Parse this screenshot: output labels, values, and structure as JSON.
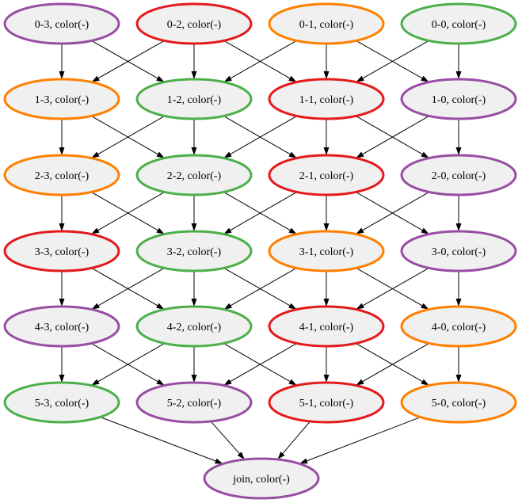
{
  "colors": {
    "red": "#e41a1c",
    "green": "#4daf4a",
    "orange": "#ff7f00",
    "purple": "#984ea3",
    "node_fill": "#f0f0f0",
    "edge": "#000000"
  },
  "nodes": [
    {
      "id": "0-3",
      "label": "0-3, color(-)",
      "color": "purple"
    },
    {
      "id": "0-2",
      "label": "0-2, color(-)",
      "color": "red"
    },
    {
      "id": "0-1",
      "label": "0-1, color(-)",
      "color": "orange"
    },
    {
      "id": "0-0",
      "label": "0-0, color(-)",
      "color": "green"
    },
    {
      "id": "1-3",
      "label": "1-3, color(-)",
      "color": "orange"
    },
    {
      "id": "1-2",
      "label": "1-2, color(-)",
      "color": "green"
    },
    {
      "id": "1-1",
      "label": "1-1, color(-)",
      "color": "red"
    },
    {
      "id": "1-0",
      "label": "1-0, color(-)",
      "color": "purple"
    },
    {
      "id": "2-3",
      "label": "2-3, color(-)",
      "color": "orange"
    },
    {
      "id": "2-2",
      "label": "2-2, color(-)",
      "color": "green"
    },
    {
      "id": "2-1",
      "label": "2-1, color(-)",
      "color": "red"
    },
    {
      "id": "2-0",
      "label": "2-0, color(-)",
      "color": "purple"
    },
    {
      "id": "3-3",
      "label": "3-3, color(-)",
      "color": "red"
    },
    {
      "id": "3-2",
      "label": "3-2, color(-)",
      "color": "green"
    },
    {
      "id": "3-1",
      "label": "3-1, color(-)",
      "color": "orange"
    },
    {
      "id": "3-0",
      "label": "3-0, color(-)",
      "color": "purple"
    },
    {
      "id": "4-3",
      "label": "4-3, color(-)",
      "color": "purple"
    },
    {
      "id": "4-2",
      "label": "4-2, color(-)",
      "color": "green"
    },
    {
      "id": "4-1",
      "label": "4-1, color(-)",
      "color": "red"
    },
    {
      "id": "4-0",
      "label": "4-0, color(-)",
      "color": "orange"
    },
    {
      "id": "5-3",
      "label": "5-3, color(-)",
      "color": "green"
    },
    {
      "id": "5-2",
      "label": "5-2, color(-)",
      "color": "purple"
    },
    {
      "id": "5-1",
      "label": "5-1, color(-)",
      "color": "red"
    },
    {
      "id": "5-0",
      "label": "5-0, color(-)",
      "color": "orange"
    },
    {
      "id": "join",
      "label": "join, color(-)",
      "color": "purple"
    }
  ],
  "edges": [
    [
      "0-3",
      "1-3"
    ],
    [
      "0-3",
      "1-2"
    ],
    [
      "0-2",
      "1-3"
    ],
    [
      "0-2",
      "1-2"
    ],
    [
      "0-2",
      "1-1"
    ],
    [
      "0-1",
      "1-2"
    ],
    [
      "0-1",
      "1-1"
    ],
    [
      "0-1",
      "1-0"
    ],
    [
      "0-0",
      "1-1"
    ],
    [
      "0-0",
      "1-0"
    ],
    [
      "1-3",
      "2-3"
    ],
    [
      "1-3",
      "2-2"
    ],
    [
      "1-2",
      "2-3"
    ],
    [
      "1-2",
      "2-2"
    ],
    [
      "1-2",
      "2-1"
    ],
    [
      "1-1",
      "2-2"
    ],
    [
      "1-1",
      "2-1"
    ],
    [
      "1-1",
      "2-0"
    ],
    [
      "1-0",
      "2-1"
    ],
    [
      "1-0",
      "2-0"
    ],
    [
      "2-3",
      "3-3"
    ],
    [
      "2-3",
      "3-2"
    ],
    [
      "2-2",
      "3-3"
    ],
    [
      "2-2",
      "3-2"
    ],
    [
      "2-2",
      "3-1"
    ],
    [
      "2-1",
      "3-2"
    ],
    [
      "2-1",
      "3-1"
    ],
    [
      "2-1",
      "3-0"
    ],
    [
      "2-0",
      "3-1"
    ],
    [
      "2-0",
      "3-0"
    ],
    [
      "3-3",
      "4-3"
    ],
    [
      "3-3",
      "4-2"
    ],
    [
      "3-2",
      "4-3"
    ],
    [
      "3-2",
      "4-2"
    ],
    [
      "3-2",
      "4-1"
    ],
    [
      "3-1",
      "4-2"
    ],
    [
      "3-1",
      "4-1"
    ],
    [
      "3-1",
      "4-0"
    ],
    [
      "3-0",
      "4-1"
    ],
    [
      "3-0",
      "4-0"
    ],
    [
      "4-3",
      "5-3"
    ],
    [
      "4-3",
      "5-2"
    ],
    [
      "4-2",
      "5-3"
    ],
    [
      "4-2",
      "5-2"
    ],
    [
      "4-2",
      "5-1"
    ],
    [
      "4-1",
      "5-2"
    ],
    [
      "4-1",
      "5-1"
    ],
    [
      "4-1",
      "5-0"
    ],
    [
      "4-0",
      "5-1"
    ],
    [
      "4-0",
      "5-0"
    ],
    [
      "5-3",
      "join"
    ],
    [
      "5-2",
      "join"
    ],
    [
      "5-1",
      "join"
    ],
    [
      "5-0",
      "join"
    ]
  ]
}
